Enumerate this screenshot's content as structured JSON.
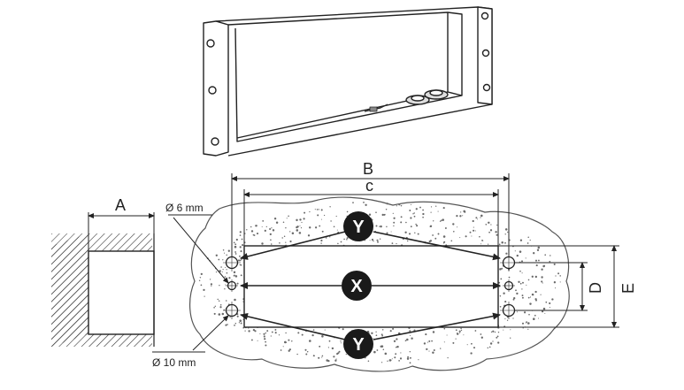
{
  "labels": {
    "A": "A",
    "B": "B",
    "C": "c",
    "D": "D",
    "E": "E",
    "hole_small": "Ø 6 mm",
    "hole_large": "Ø 10 mm"
  },
  "badges": {
    "top": "Y",
    "middle": "X",
    "bottom": "Y"
  },
  "colors": {
    "line": "#222222",
    "badge_fill": "#1a1a1a",
    "badge_text": "#ffffff",
    "wall_fill": "#f7f7f7"
  }
}
